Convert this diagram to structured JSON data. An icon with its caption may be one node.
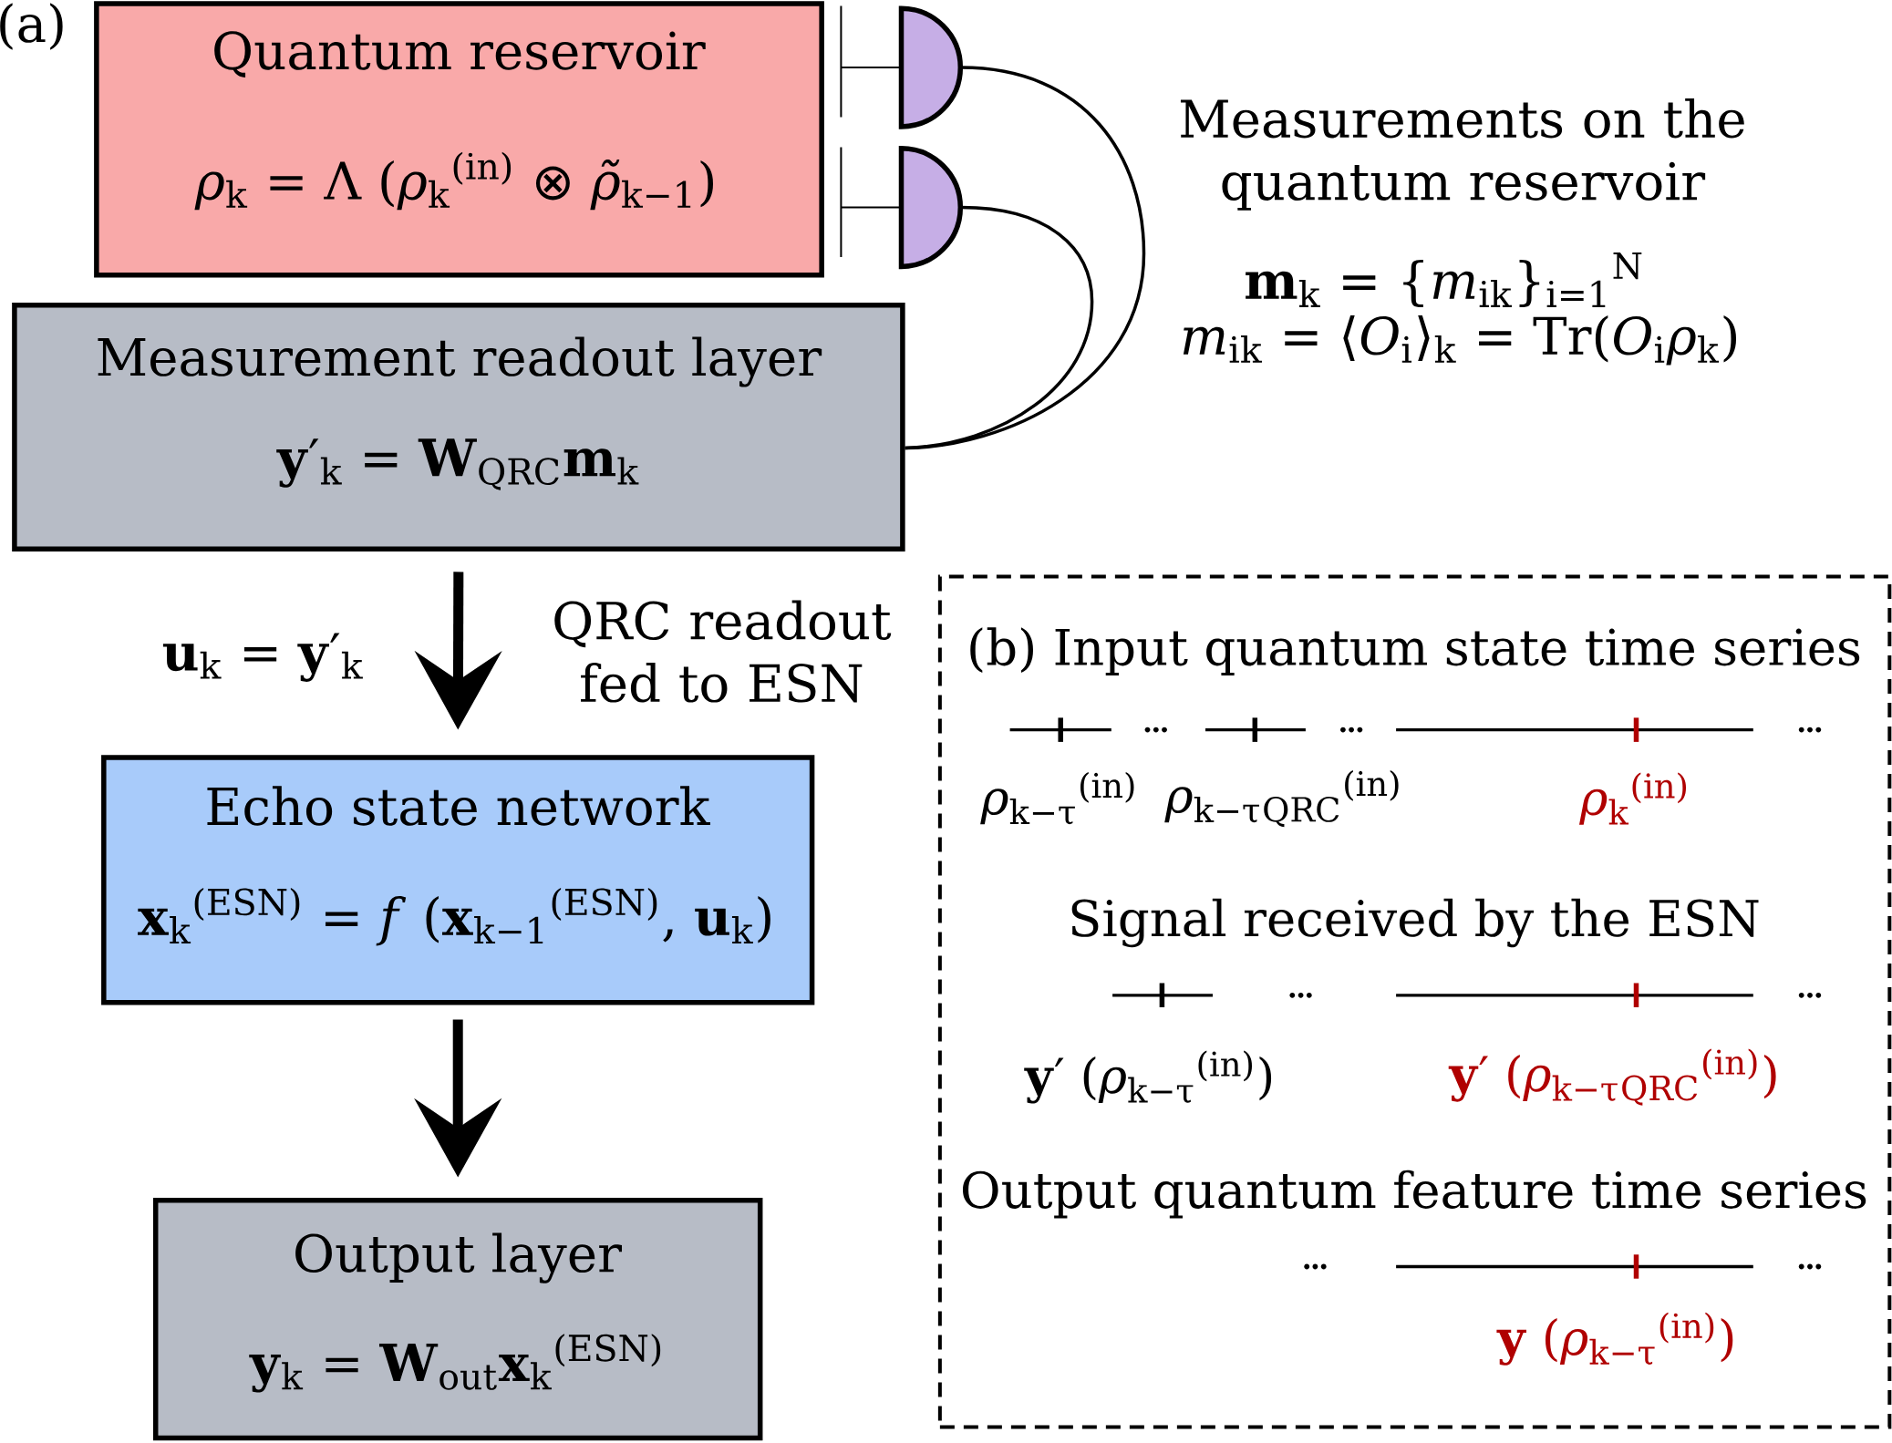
{
  "diagram": {
    "nodes": [
      {
        "text": [
          "Quantum reservoir",
          "*ρ*$_{k}$ = Λ (*ρ*$_{k}$$^{(in)}$ ⊗ *ρ̃*$_{k−1}$)"
        ]
      },
      {
        "text": [],
        "shape": "semicircle"
      },
      {
        "text": [],
        "shape": "semicircle"
      },
      {
        "text": [
          "Measurement readout layer",
          "**y**′$_{k}$ = **W**$_{QRC}$**m**$_{k}$"
        ]
      },
      {
        "text": [
          "Echo state network",
          "**x**$_{k}$$^{(ESN)}$ = *f* (**x**$_{k−1}$$^{(ESN)}$, **u**$_{k}$)"
        ]
      },
      {
        "text": [
          "Output layer",
          "**y**$_{k}$ = **W**$_{out}$**x**$_{k}$$^{(ESN)}$"
        ]
      },
      {
        "text": [
          "(b) Input quantum state time series",
          "Signal received by the ESN",
          "Output quantum feature time series"
        ]
      }
    ],
    "edges": [
      {
        "from": 1,
        "to": 3,
        "arrow": "none"
      },
      {
        "from": 2,
        "to": 3,
        "arrow": "none"
      },
      {
        "from": 3,
        "to": 4,
        "arrow": "to",
        "label": "QRC readout fed to ESN",
        "style": "thick"
      },
      {
        "from": 4,
        "to": 5,
        "arrow": "to",
        "style": "thick"
      }
    ],
    "labels": [
      "(a)",
      "Measurements on the quantum reservoir",
      "**m**$_{k}$ = {*m*$_{ik}$}$_{i=1}$$^{N}$",
      "*m*$_{ik}$ = ⟨*O*$_{i}$⟩$_{k}$ = Tr(*O*$_{i}$*ρ*$_{k}$)",
      "**u**$_{k}$ = **y**′$_{k}$",
      "*ρ*$_{k−τ}$$^{(in)}$",
      "*ρ*$_{k−τ}$$_{QRC}$$^{(in)}$",
      "*ρ*$_{k}$$^{(in)}$",
      "**y**′ (*ρ*$_{k−τ}$$^{(in)}$)",
      "**y**′ (*ρ*$_{k−τ}$$_{QRC}$$^{(in)}$)",
      "**y** (*ρ*$_{k−τ}$$^{(in)}$)"
    ]
  }
}
